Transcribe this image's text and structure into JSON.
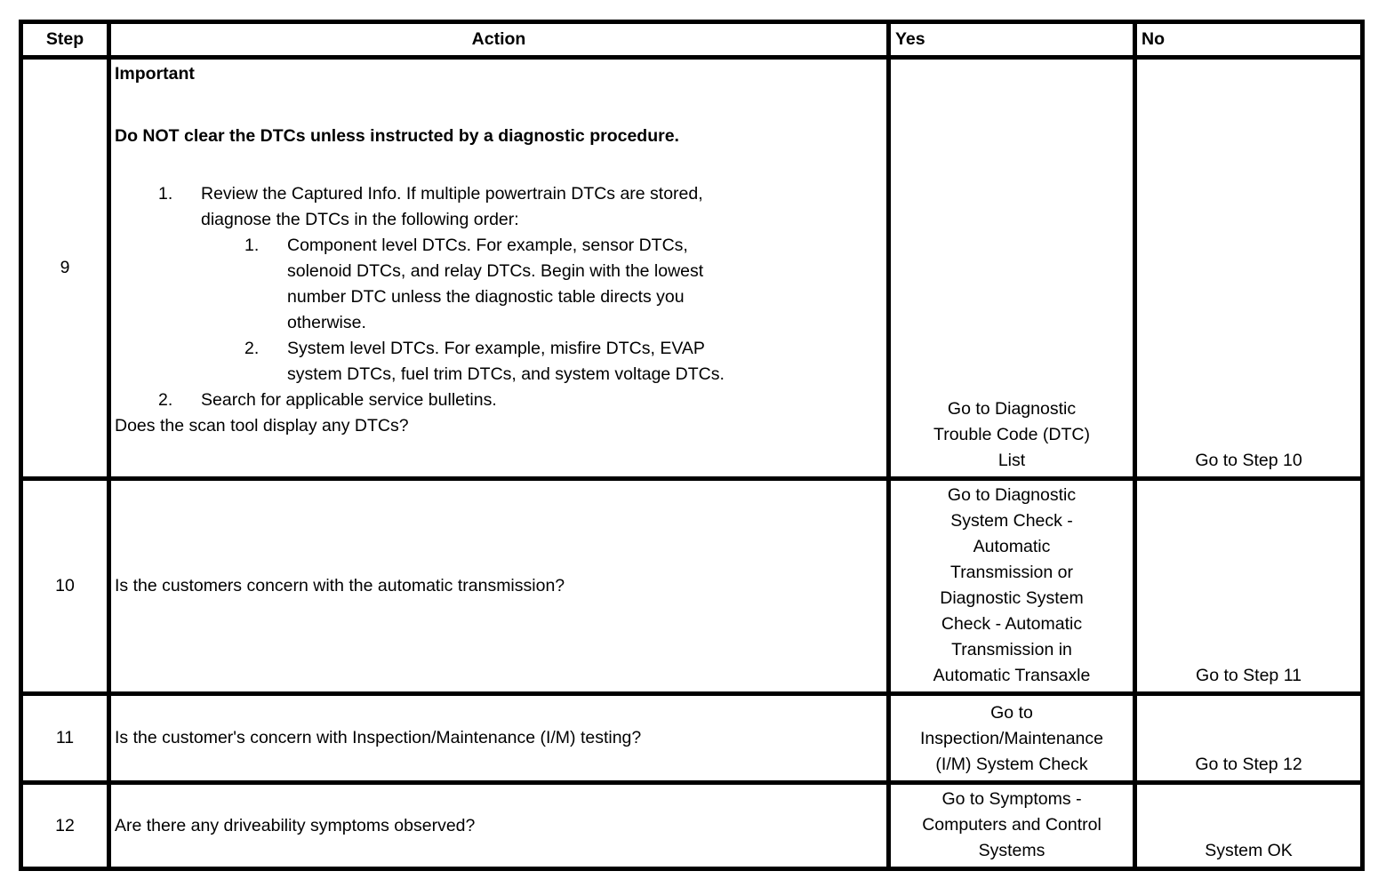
{
  "table": {
    "headers": {
      "step": "Step",
      "action": "Action",
      "yes": "Yes",
      "no": "No"
    },
    "rows": [
      {
        "step": "9",
        "action": {
          "important": "Important",
          "warning": "Do NOT clear the DTCs unless instructed by a diagnostic procedure.",
          "list": [
            {
              "marker": "1.",
              "level": 1,
              "lines": [
                "Review the Captured Info. If multiple powertrain DTCs are stored,",
                "diagnose the DTCs in the following order:"
              ]
            },
            {
              "marker": "1.",
              "level": 2,
              "lines": [
                "Component level DTCs. For example, sensor DTCs,",
                "solenoid DTCs, and relay DTCs. Begin with the lowest",
                "number DTC unless the diagnostic table directs you",
                "otherwise."
              ]
            },
            {
              "marker": "2.",
              "level": 2,
              "lines": [
                "System level DTCs. For example, misfire DTCs, EVAP",
                "system DTCs, fuel trim DTCs, and system voltage DTCs."
              ]
            },
            {
              "marker": "2.",
              "level": 1,
              "lines": [
                "Search for applicable service bulletins."
              ]
            }
          ],
          "question": "Does the scan tool display any DTCs?"
        },
        "yes_lines": [
          "Go to Diagnostic",
          "Trouble Code (DTC)",
          "List"
        ],
        "no_lines": [
          "Go to Step 10"
        ]
      },
      {
        "step": "10",
        "action": {
          "question": "Is the customers concern with the automatic transmission?"
        },
        "yes_lines": [
          "Go to Diagnostic",
          "System Check -",
          "Automatic",
          "Transmission or",
          "Diagnostic System",
          "Check - Automatic",
          "Transmission in",
          "Automatic Transaxle"
        ],
        "no_lines": [
          "Go to Step 11"
        ]
      },
      {
        "step": "11",
        "action": {
          "question": "Is the customer's concern with Inspection/Maintenance (I/M) testing?"
        },
        "yes_lines": [
          "Go to",
          "Inspection/Maintenance",
          "(I/M) System Check"
        ],
        "no_lines": [
          "Go to Step 12"
        ]
      },
      {
        "step": "12",
        "action": {
          "question": "Are there any driveability symptoms observed?"
        },
        "yes_lines": [
          "Go to Symptoms -",
          "Computers and Control",
          "Systems"
        ],
        "no_lines": [
          "System OK"
        ]
      }
    ]
  }
}
